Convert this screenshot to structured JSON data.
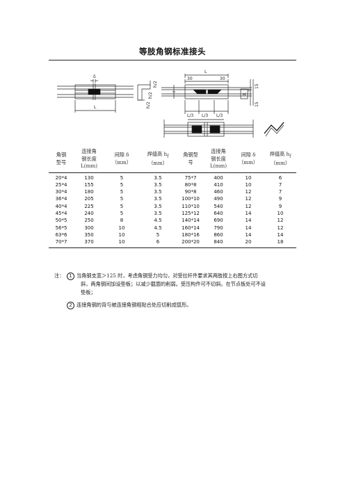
{
  "title": "等肢角钢标准接头",
  "figure": {
    "labels": {
      "delta": "δ",
      "L": "L",
      "d30_left": "30",
      "d30_right": "30",
      "L3_a": "L/3",
      "L3_b": "L/3",
      "L3_c": "L/3",
      "h2_a": "h/2",
      "h2_b": "h/2",
      "h2_c": "h/2",
      "h15_a": "15",
      "h15_b": "15",
      "H": "H",
      "h": "h"
    }
  },
  "table": {
    "headers": [
      [
        "角钢",
        "型号"
      ],
      [
        "连接角",
        "钢长度",
        "L(mm)"
      ],
      [
        "间隙 δ",
        "（mm）"
      ],
      [
        "焊缝高 h",
        "（mm）"
      ],
      [
        "角钢型",
        "号"
      ],
      [
        "连接角",
        "钢长度",
        "L(mm)"
      ],
      [
        "间隙 δ",
        "（mm）"
      ],
      [
        "焊缝高 h",
        "（mm）"
      ]
    ],
    "subscript": "f",
    "rows": [
      [
        "20*4",
        "130",
        "5",
        "3.5",
        "75*7",
        "400",
        "10",
        "6"
      ],
      [
        "25*4",
        "155",
        "5",
        "3.5",
        "80*8",
        "410",
        "10",
        "7"
      ],
      [
        "30*4",
        "180",
        "5",
        "3.5",
        "90*8",
        "460",
        "12",
        "7"
      ],
      [
        "36*4",
        "205",
        "5",
        "3.5",
        "100*10",
        "490",
        "12",
        "9"
      ],
      [
        "40*4",
        "225",
        "5",
        "3.5",
        "110*10",
        "540",
        "12",
        "9"
      ],
      [
        "45*4",
        "240",
        "5",
        "3.5",
        "125*12",
        "640",
        "14",
        "10"
      ],
      [
        "50*5",
        "250",
        "8",
        "4.5",
        "140*14",
        "690",
        "14",
        "12"
      ],
      [
        "56*5",
        "300",
        "10",
        "4.5",
        "160*14",
        "790",
        "14",
        "12"
      ],
      [
        "63*6",
        "350",
        "10",
        "5",
        "180*16",
        "860",
        "14",
        "14"
      ],
      [
        "70*7",
        "370",
        "10",
        "6",
        "200*20",
        "840",
        "20",
        "18"
      ]
    ]
  },
  "notes": {
    "label": "注：",
    "n1": "1",
    "n2": "2",
    "note1_line1": "当角钢支宽＞125 时，考虑角钢受力均匀，对受拉杆件要求其两肢按上右图方式切",
    "note1_line2": "斜，两角钢间加设垫板；以减少截面的削弱。受压构件可不切斜。在节点板处可不设",
    "note1_line3": "垫板；",
    "note2": "连接角钢的背与被连接角钢相贴合处应切削成弧形。"
  }
}
